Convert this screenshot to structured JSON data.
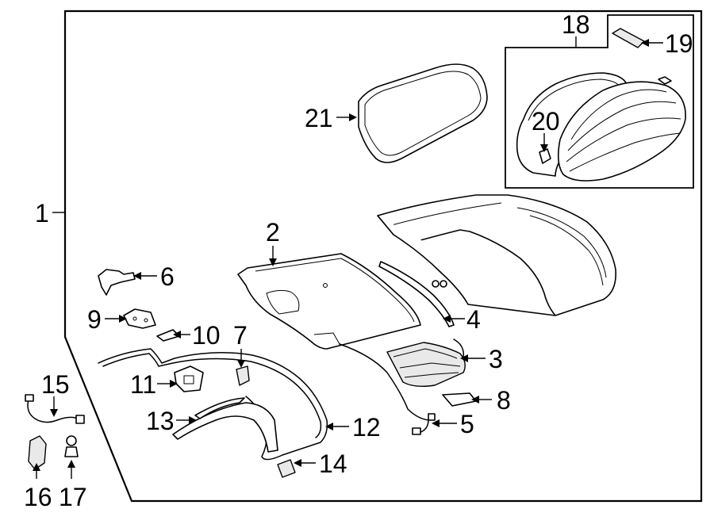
{
  "diagram": {
    "callouts": [
      {
        "id": "1",
        "label": "1"
      },
      {
        "id": "2",
        "label": "2"
      },
      {
        "id": "3",
        "label": "3"
      },
      {
        "id": "4",
        "label": "4"
      },
      {
        "id": "5",
        "label": "5"
      },
      {
        "id": "6",
        "label": "6"
      },
      {
        "id": "7",
        "label": "7"
      },
      {
        "id": "8",
        "label": "8"
      },
      {
        "id": "9",
        "label": "9"
      },
      {
        "id": "10",
        "label": "10"
      },
      {
        "id": "11",
        "label": "11"
      },
      {
        "id": "12",
        "label": "12"
      },
      {
        "id": "13",
        "label": "13"
      },
      {
        "id": "14",
        "label": "14"
      },
      {
        "id": "15",
        "label": "15"
      },
      {
        "id": "16",
        "label": "16"
      },
      {
        "id": "17",
        "label": "17"
      },
      {
        "id": "18",
        "label": "18"
      },
      {
        "id": "19",
        "label": "19"
      },
      {
        "id": "20",
        "label": "20"
      },
      {
        "id": "21",
        "label": "21"
      }
    ]
  }
}
